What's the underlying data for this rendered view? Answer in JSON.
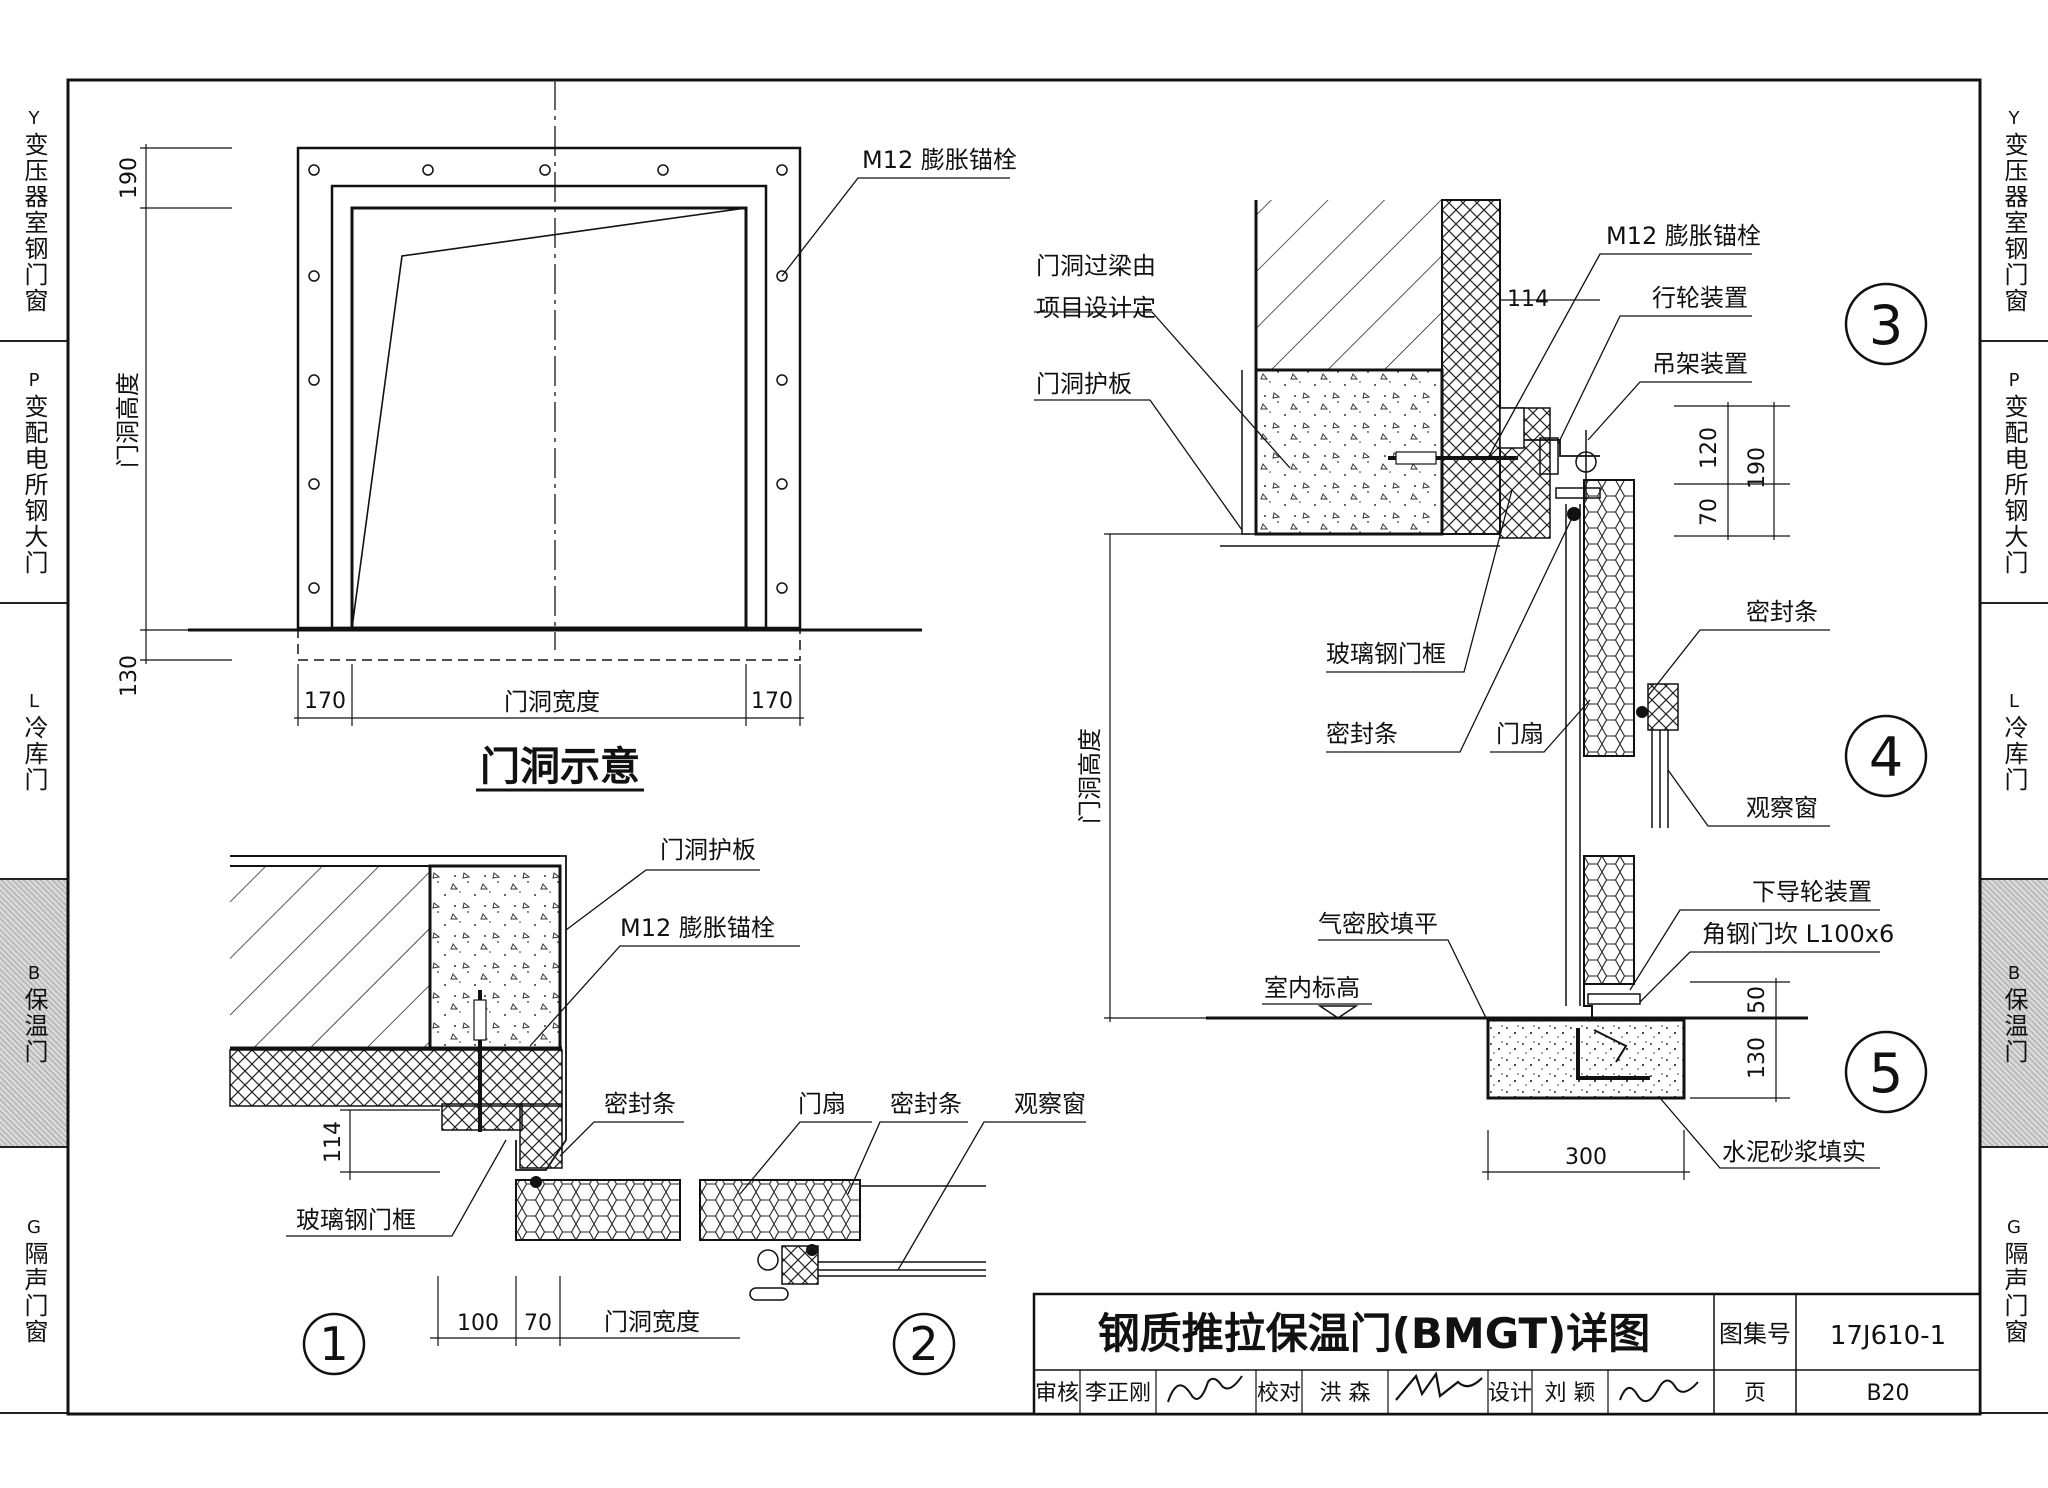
{
  "side_tabs": [
    {
      "code": "Y",
      "title": "变压器室钢门窗"
    },
    {
      "code": "P",
      "title": "变配电所钢大门"
    },
    {
      "code": "L",
      "title": "冷库门"
    },
    {
      "code": "B",
      "title": "保温门",
      "active": true
    },
    {
      "code": "G",
      "title": "隔声门窗"
    }
  ],
  "elevation": {
    "label_anchor": "M12 膨胀锚栓",
    "dim_top": "190",
    "dim_height": "门洞高度",
    "dim_bottom": "130",
    "dim_left": "170",
    "dim_width": "门洞宽度",
    "dim_right": "170",
    "caption": "门洞示意"
  },
  "plan": {
    "label_guard": "门洞护板",
    "label_anchor": "M12 膨胀锚栓",
    "label_seal1": "密封条",
    "label_frame": "玻璃钢门框",
    "dim_114": "114",
    "dim_100": "100",
    "dim_70": "70",
    "dim_width": "门洞宽度",
    "label_leaf": "门扇",
    "label_seal2": "密封条",
    "label_window": "观察窗",
    "detail1": "1",
    "detail2": "2"
  },
  "section": {
    "label_lintel_1": "门洞过梁由",
    "label_lintel_2": "项目设计定",
    "label_guard": "门洞护板",
    "label_anchor": "M12 膨胀锚栓",
    "dim_114": "114",
    "label_wheel": "行轮装置",
    "label_hanger": "吊架装置",
    "dim_120": "120",
    "dim_70": "70",
    "dim_190": "190",
    "label_frame": "玻璃钢门框",
    "label_seal": "密封条",
    "label_leaf": "门扇",
    "label_seal_r": "密封条",
    "label_window": "观察窗",
    "dim_height": "门洞高度",
    "label_bottom_guide": "下导轮装置",
    "label_angle": "角钢门坎 L100x6",
    "label_sealant": "气密胶填平",
    "label_floor": "室内标高",
    "dim_50": "50",
    "dim_130": "130",
    "dim_300": "300",
    "label_mortar": "水泥砂浆填实",
    "detail3": "3",
    "detail4": "4",
    "detail5": "5"
  },
  "title_block": {
    "title": "钢质推拉保温门(BMGT)详图",
    "atlas_label": "图集号",
    "atlas_no": "17J610-1",
    "review_label": "审核",
    "review_name": "李正刚",
    "check_label": "校对",
    "check_name": "洪 森",
    "design_label": "设计",
    "design_name": "刘 颖",
    "page_label": "页",
    "page_no": "B20"
  }
}
